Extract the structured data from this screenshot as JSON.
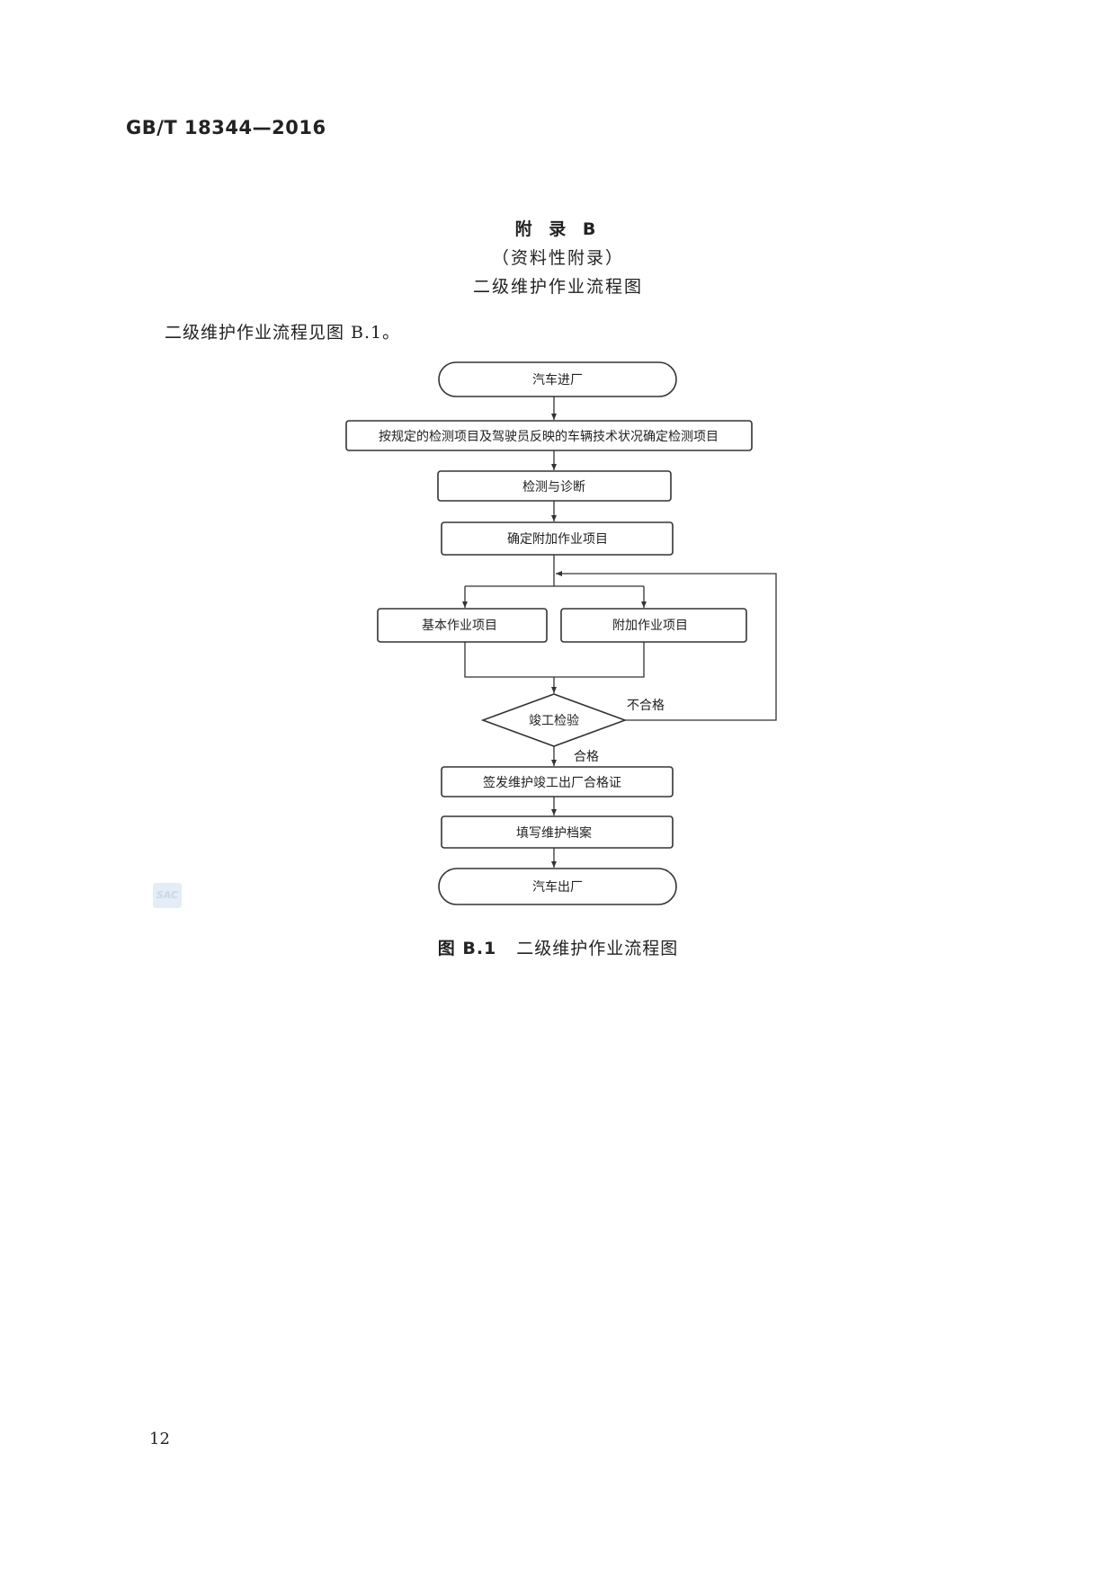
{
  "header": {
    "standard_code": "GB/T 18344—2016"
  },
  "annex": {
    "label": "附 录 B",
    "type": "（资料性附录）",
    "title": "二级维护作业流程图"
  },
  "intro_text": "二级维护作业流程见图 B.1。",
  "flowchart": {
    "start": "汽车进厂",
    "step1": "按规定的检测项目及驾驶员反映的车辆技术状况确定检测项目",
    "step2": "检测与诊断",
    "step3": "确定附加作业项目",
    "branch_basic": "基本作业项目",
    "branch_extra": "附加作业项目",
    "decision": "竣工检验",
    "fail_label": "不合格",
    "pass_label": "合格",
    "step4": "签发维护竣工出厂合格证",
    "step5": "填写维护档案",
    "end": "汽车出厂"
  },
  "figure": {
    "number": "图 B.1",
    "title": "二级维护作业流程图"
  },
  "watermark_text": "SAC",
  "page_number": "12"
}
